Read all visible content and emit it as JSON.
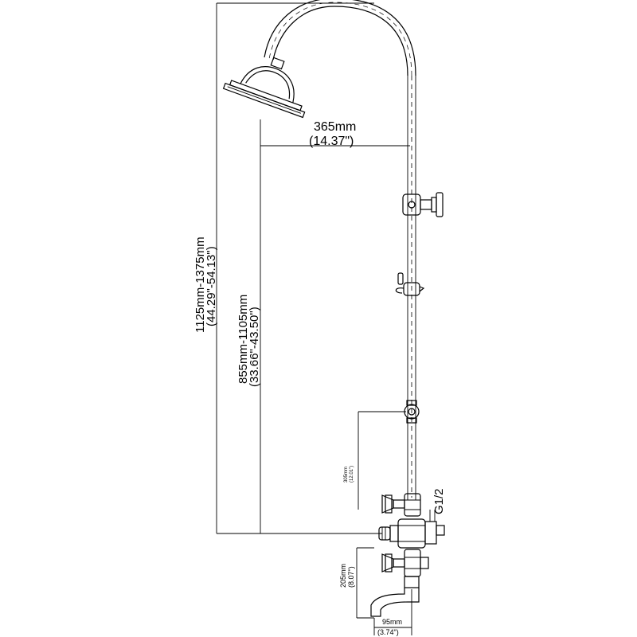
{
  "dimensions": {
    "head_reach": {
      "mm": "365mm",
      "inch": "(14.37\")"
    },
    "overall_height": {
      "mm": "1125mm-1375mm",
      "inch": "(44.29\"-54.13\")"
    },
    "head_height": {
      "mm": "855mm-1105mm",
      "inch": "(33.66\"-43.50\")"
    },
    "hose_outlet": {
      "mm": "305mm",
      "inch": "(12.01\")"
    },
    "spout_height": {
      "mm": "205mm",
      "inch": "(8.07\")"
    },
    "spout_reach": {
      "mm": "95mm",
      "inch": "(3.74\")"
    },
    "thread": "G1/2"
  }
}
